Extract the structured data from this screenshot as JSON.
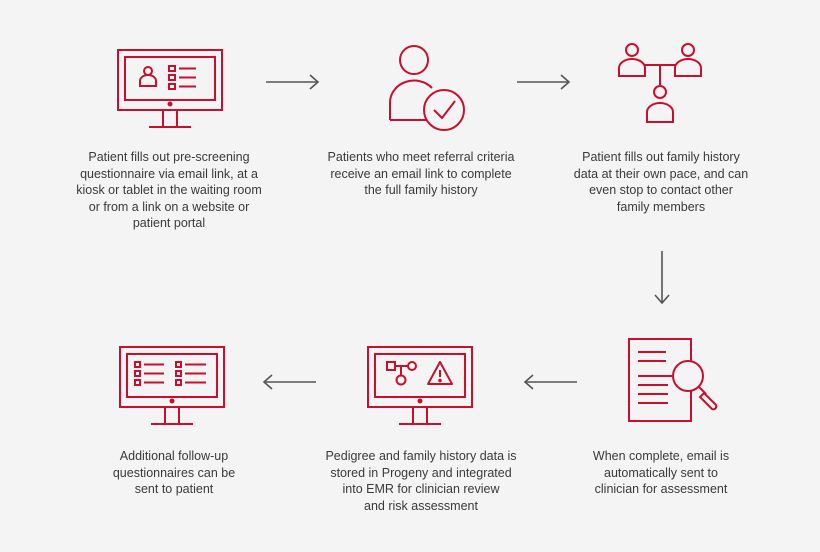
{
  "colors": {
    "accent": "#c8102e",
    "arrow": "#555555",
    "text": "#3a3a3a",
    "background": "#f4f4f4"
  },
  "steps": [
    {
      "icon": "monitor-form-icon",
      "caption_lines": [
        "Patient fills out pre-screening",
        "questionnaire via email link, at a",
        "kiosk or tablet in the waiting room",
        "or from a link on a website or",
        "patient portal"
      ]
    },
    {
      "icon": "person-checkmark-icon",
      "caption_lines": [
        "Patients who meet referral criteria",
        "receive an email link to complete",
        "the full family history"
      ]
    },
    {
      "icon": "family-tree-icon",
      "caption_lines": [
        "Patient fills out family history",
        "data at their own pace, and can",
        "even stop to contact other",
        "family members"
      ]
    },
    {
      "icon": "document-magnifier-icon",
      "caption_lines": [
        "When complete, email is",
        "automatically sent to",
        "clinician for assessment"
      ]
    },
    {
      "icon": "monitor-pedigree-warning-icon",
      "caption_lines": [
        "Pedigree and family history data is",
        "stored in Progeny and integrated",
        "into EMR for clinician review",
        "and risk assessment"
      ]
    },
    {
      "icon": "monitor-questionnaire-icon",
      "caption_lines": [
        "Additional follow-up",
        "questionnaires can be",
        "sent to patient"
      ]
    }
  ]
}
